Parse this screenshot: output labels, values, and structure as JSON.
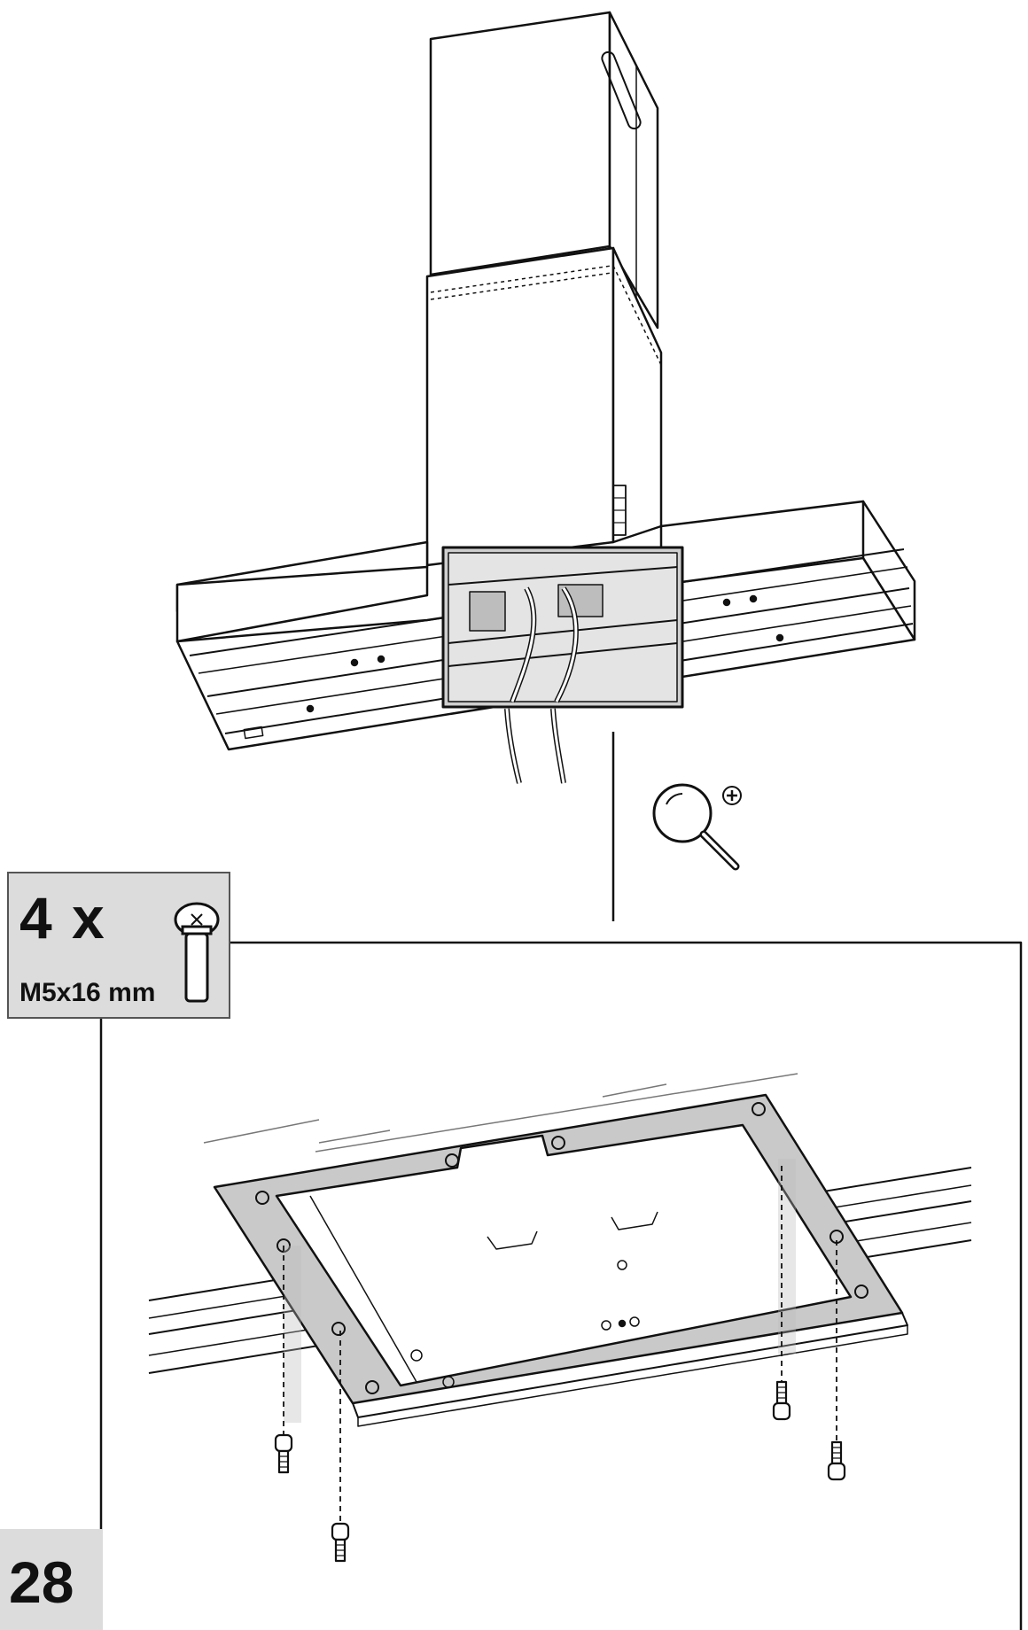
{
  "step": {
    "number": "28"
  },
  "screw_callout": {
    "quantity": "4 x",
    "size": "M5x16 mm"
  },
  "icons": {
    "zoom": "magnifier-zoom-in-icon",
    "screw": "screw-icon"
  }
}
